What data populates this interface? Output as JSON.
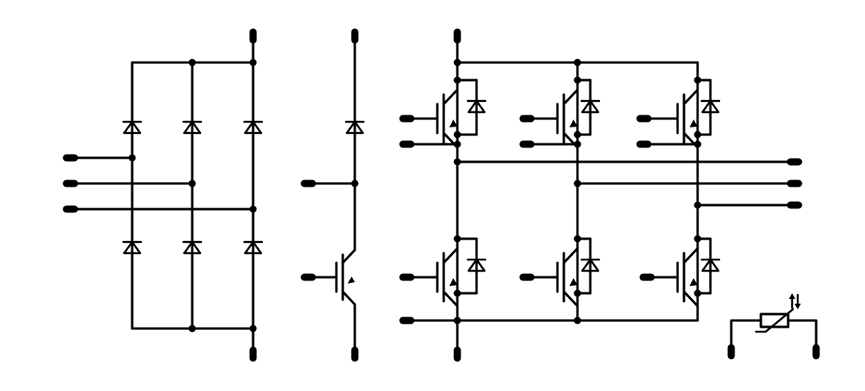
{
  "diagram": {
    "kind": "power-module-schematic",
    "colors": {
      "line": "#000000",
      "background": "#ffffff"
    },
    "blocks": [
      {
        "name": "rectifier-bridge",
        "diodes": 6
      },
      {
        "name": "brake-chopper",
        "diodes": 1,
        "igbts": 1
      },
      {
        "name": "inverter-bridge",
        "igbts": 6,
        "freewheel-diodes": 6
      },
      {
        "name": "ntc-thermistor",
        "icon": "thermistor-icon"
      }
    ]
  }
}
